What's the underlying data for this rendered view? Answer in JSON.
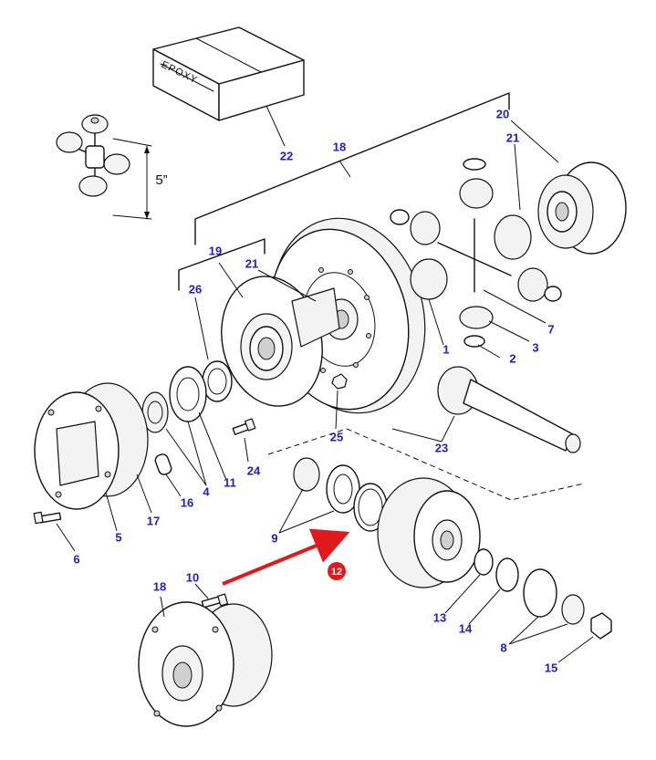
{
  "diagram": {
    "box_label": "EPOXY",
    "measurement": "5”",
    "highlight_color": "#e0191c",
    "label_color": "#1d1fbf",
    "highlighted_callout": "12",
    "callouts": {
      "c1": "1",
      "c2": "2",
      "c3": "3",
      "c4": "4",
      "c5": "5",
      "c6": "6",
      "c7": "7",
      "c8": "8",
      "c9": "9",
      "c10": "10",
      "c11": "11",
      "c13": "13",
      "c14": "14",
      "c15": "15",
      "c16": "16",
      "c17": "17",
      "c18a": "18",
      "c18b": "18",
      "c19": "19",
      "c20": "20",
      "c21a": "21",
      "c21b": "21",
      "c22": "22",
      "c23": "23",
      "c24": "24",
      "c25": "25",
      "c26": "26"
    }
  }
}
